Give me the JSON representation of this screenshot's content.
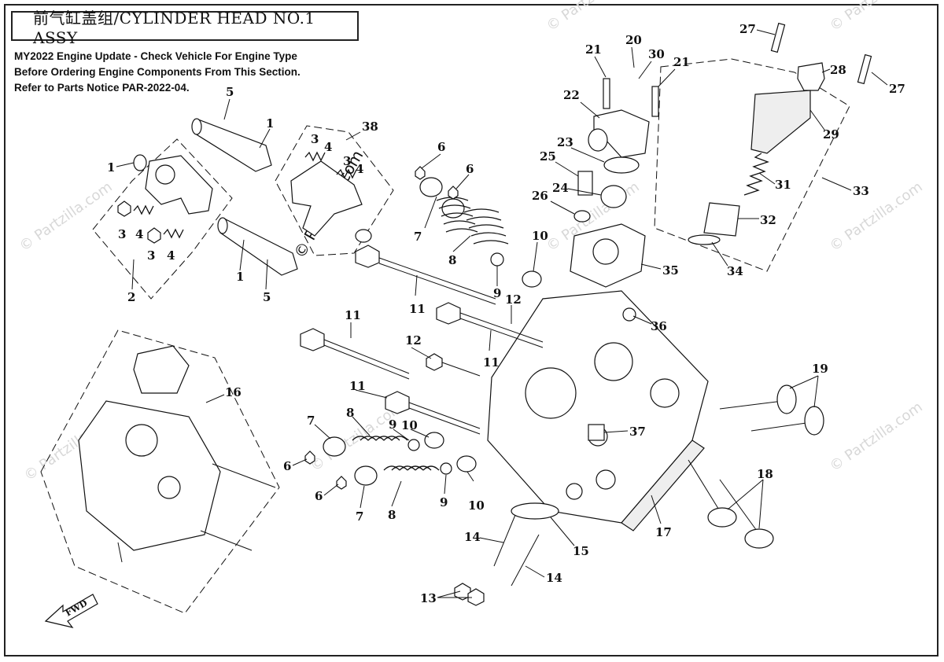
{
  "title": "前气缸盖组/CYLINDER HEAD NO.1 ASSY",
  "notice_lines": [
    "MY2022 Engine Update - Check Vehicle For Engine Type",
    "Before Ordering Engine Components From This Section.",
    "Refer to Parts Notice PAR-2022-04."
  ],
  "watermark": "© Partzilla.com",
  "fwd_label": "FWD",
  "callouts": [
    {
      "id": "c27a",
      "label": "27"
    },
    {
      "id": "c27b",
      "label": "27"
    },
    {
      "id": "c28",
      "label": "28"
    },
    {
      "id": "c29",
      "label": "29"
    },
    {
      "id": "c31",
      "label": "31"
    },
    {
      "id": "c32",
      "label": "32"
    },
    {
      "id": "c33",
      "label": "33"
    },
    {
      "id": "c34",
      "label": "34"
    },
    {
      "id": "c35",
      "label": "35"
    },
    {
      "id": "c36",
      "label": "36"
    },
    {
      "id": "c37",
      "label": "37"
    },
    {
      "id": "c20",
      "label": "20"
    },
    {
      "id": "c21a",
      "label": "21"
    },
    {
      "id": "c21b",
      "label": "21"
    },
    {
      "id": "c22",
      "label": "22"
    },
    {
      "id": "c23",
      "label": "23"
    },
    {
      "id": "c24",
      "label": "24"
    },
    {
      "id": "c25",
      "label": "25"
    },
    {
      "id": "c26",
      "label": "26"
    },
    {
      "id": "c30",
      "label": "30"
    },
    {
      "id": "c5a",
      "label": "5"
    },
    {
      "id": "c1a",
      "label": "1"
    },
    {
      "id": "c1b",
      "label": "1"
    },
    {
      "id": "c1c",
      "label": "1"
    },
    {
      "id": "c5b",
      "label": "5"
    },
    {
      "id": "c2",
      "label": "2"
    },
    {
      "id": "c3a",
      "label": "3"
    },
    {
      "id": "c4a",
      "label": "4"
    },
    {
      "id": "c3b",
      "label": "3"
    },
    {
      "id": "c4b",
      "label": "4"
    },
    {
      "id": "c38",
      "label": "38"
    },
    {
      "id": "c3c",
      "label": "3"
    },
    {
      "id": "c4c",
      "label": "4"
    },
    {
      "id": "c3d",
      "label": "3"
    },
    {
      "id": "c4d",
      "label": "4"
    },
    {
      "id": "c6a",
      "label": "6"
    },
    {
      "id": "c6b",
      "label": "6"
    },
    {
      "id": "c7a",
      "label": "7"
    },
    {
      "id": "c8a",
      "label": "8"
    },
    {
      "id": "c10a",
      "label": "10"
    },
    {
      "id": "c9a",
      "label": "9"
    },
    {
      "id": "c12a",
      "label": "12"
    },
    {
      "id": "c11a",
      "label": "11"
    },
    {
      "id": "c11b",
      "label": "11"
    },
    {
      "id": "c11c",
      "label": "11"
    },
    {
      "id": "c12b",
      "label": "12"
    },
    {
      "id": "c11d",
      "label": "11"
    },
    {
      "id": "c16",
      "label": "16"
    },
    {
      "id": "c19",
      "label": "19"
    },
    {
      "id": "c7b",
      "label": "7"
    },
    {
      "id": "c8b",
      "label": "8"
    },
    {
      "id": "c9b",
      "label": "9"
    },
    {
      "id": "c10b",
      "label": "10"
    },
    {
      "id": "c6c",
      "label": "6"
    },
    {
      "id": "c6d",
      "label": "6"
    },
    {
      "id": "c7c",
      "label": "7"
    },
    {
      "id": "c8c",
      "label": "8"
    },
    {
      "id": "c9c",
      "label": "9"
    },
    {
      "id": "c10c",
      "label": "10"
    },
    {
      "id": "c18",
      "label": "18"
    },
    {
      "id": "c17",
      "label": "17"
    },
    {
      "id": "c15",
      "label": "15"
    },
    {
      "id": "c14a",
      "label": "14"
    },
    {
      "id": "c14b",
      "label": "14"
    },
    {
      "id": "c13",
      "label": "13"
    }
  ]
}
